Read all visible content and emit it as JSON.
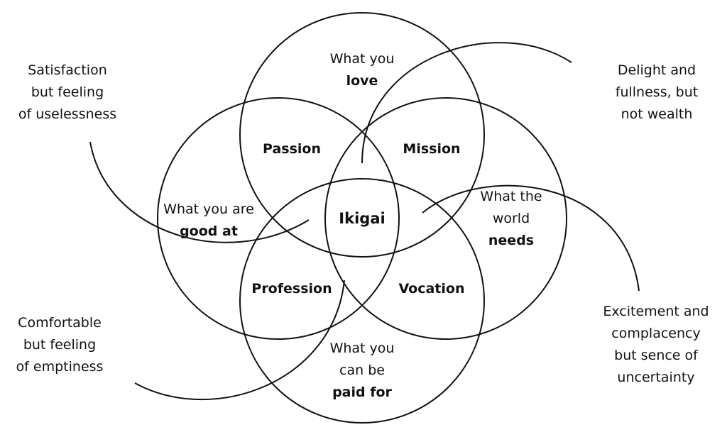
{
  "circles": {
    "love": {
      "line1": "What you",
      "line2": "love"
    },
    "good_at": {
      "line1": "What you are",
      "line2": "good at"
    },
    "world_needs": {
      "line1": "What the",
      "line2": "world",
      "line3": "needs"
    },
    "paid_for": {
      "line1": "What you",
      "line2": "can be",
      "line3": "paid for"
    }
  },
  "intersections": {
    "passion": "Passion",
    "mission": "Mission",
    "profession": "Profession",
    "vocation": "Vocation",
    "center": "Ikigai"
  },
  "outer_notes": {
    "top_left": [
      "Satisfaction",
      "but feeling",
      "of uselessness"
    ],
    "top_right": [
      "Delight and",
      "fullness, but",
      "not wealth"
    ],
    "bottom_left": [
      "Comfortable",
      "but feeling",
      "of emptiness"
    ],
    "bottom_right": [
      "Excitement and",
      "complacency",
      "but sence of",
      "uncertainty"
    ]
  }
}
